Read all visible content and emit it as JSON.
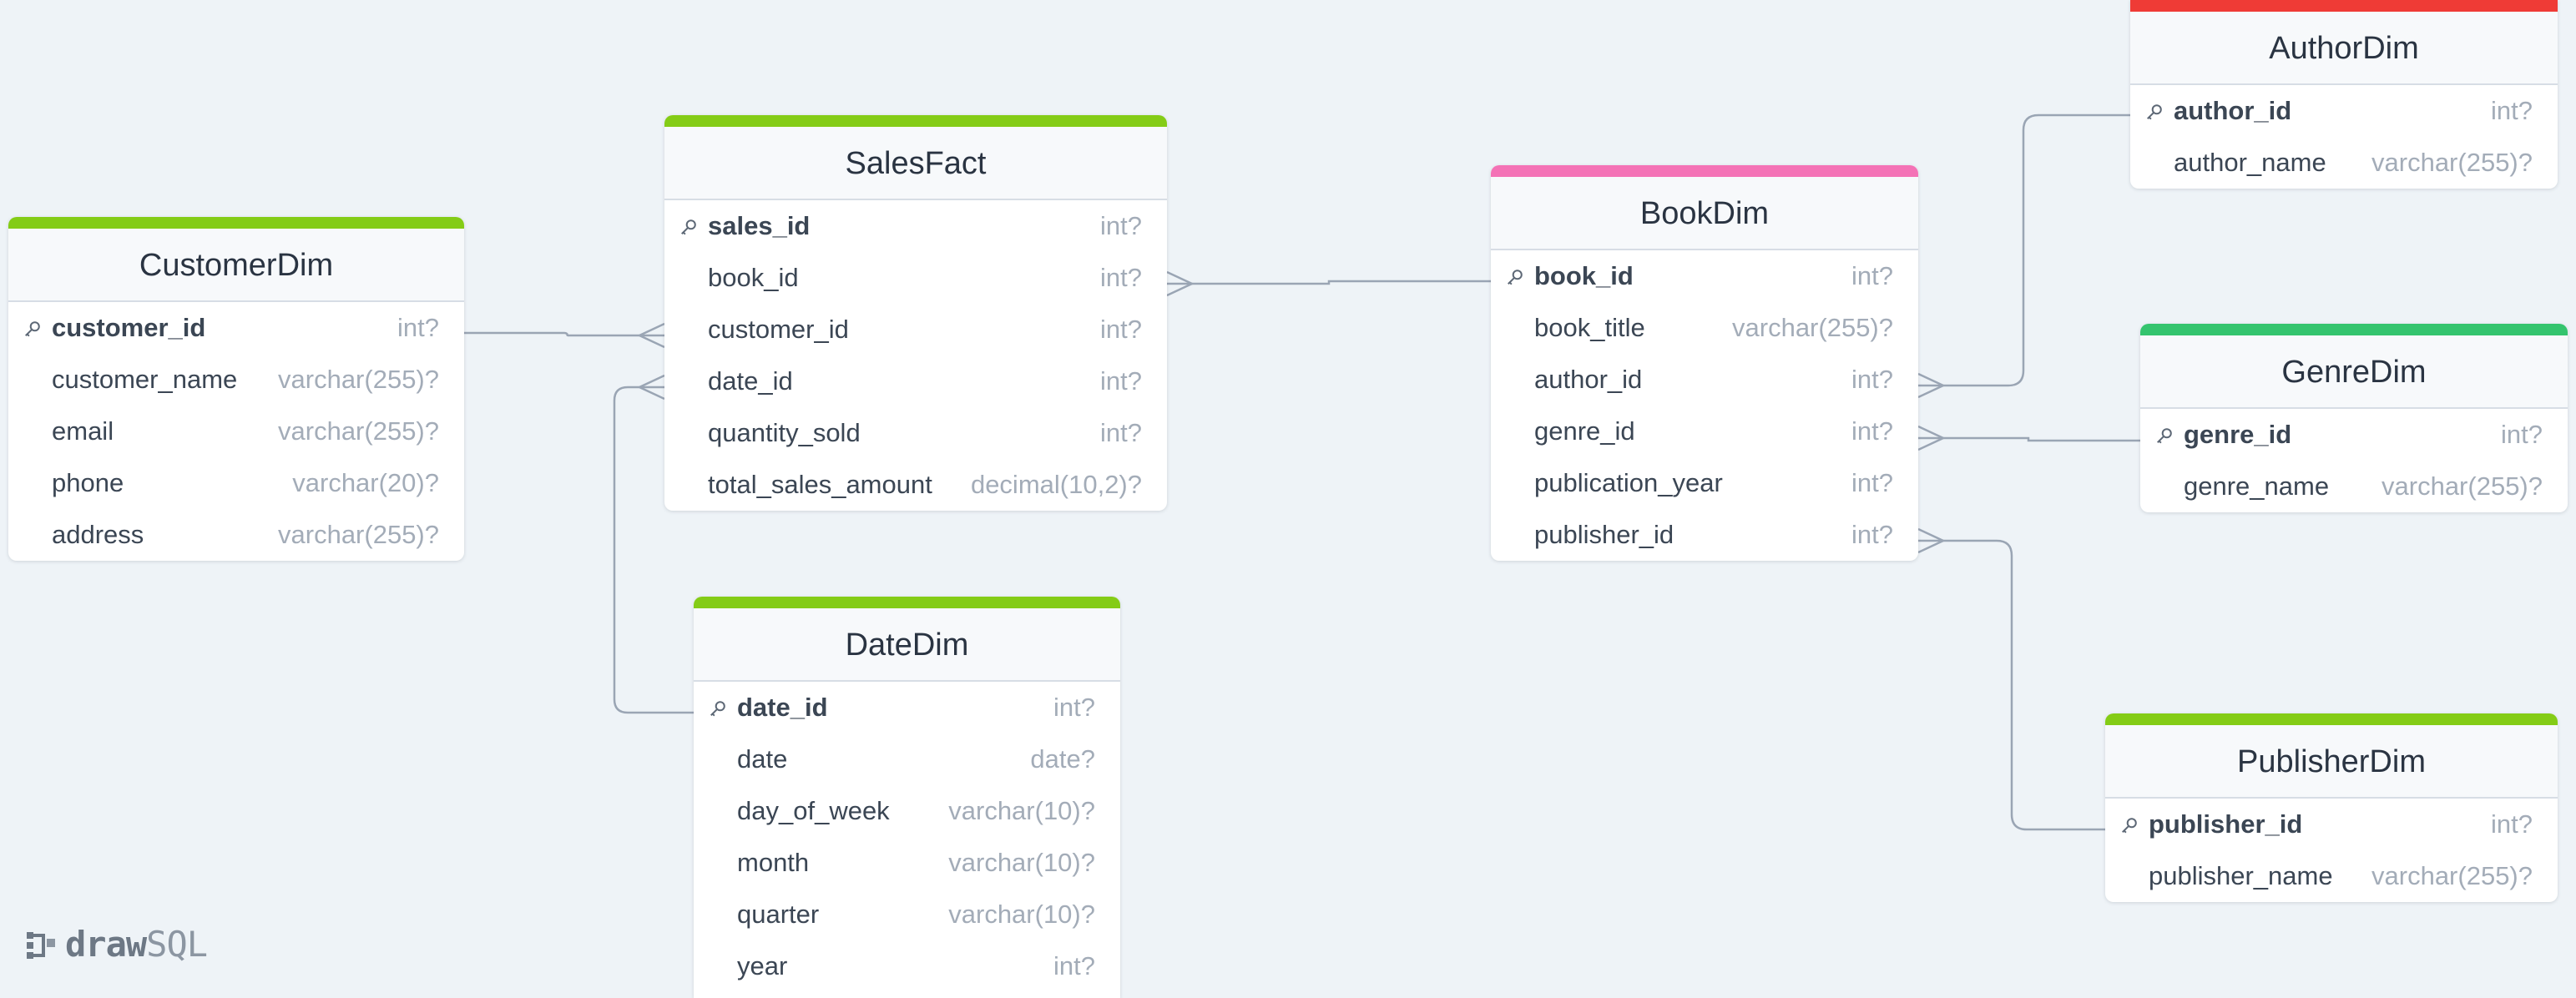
{
  "brand": {
    "name_bold": "draw",
    "name_light": "SQL"
  },
  "tables": {
    "customer": {
      "name": "CustomerDim",
      "color": "#84cc16",
      "columns": [
        {
          "name": "customer_id",
          "type": "int?",
          "pk": true
        },
        {
          "name": "customer_name",
          "type": "varchar(255)?",
          "pk": false
        },
        {
          "name": "email",
          "type": "varchar(255)?",
          "pk": false
        },
        {
          "name": "phone",
          "type": "varchar(20)?",
          "pk": false
        },
        {
          "name": "address",
          "type": "varchar(255)?",
          "pk": false
        }
      ]
    },
    "sales": {
      "name": "SalesFact",
      "color": "#84cc16",
      "columns": [
        {
          "name": "sales_id",
          "type": "int?",
          "pk": true
        },
        {
          "name": "book_id",
          "type": "int?",
          "pk": false
        },
        {
          "name": "customer_id",
          "type": "int?",
          "pk": false
        },
        {
          "name": "date_id",
          "type": "int?",
          "pk": false
        },
        {
          "name": "quantity_sold",
          "type": "int?",
          "pk": false
        },
        {
          "name": "total_sales_amount",
          "type": "decimal(10,2)?",
          "pk": false
        }
      ]
    },
    "date": {
      "name": "DateDim",
      "color": "#84cc16",
      "columns": [
        {
          "name": "date_id",
          "type": "int?",
          "pk": true
        },
        {
          "name": "date",
          "type": "date?",
          "pk": false
        },
        {
          "name": "day_of_week",
          "type": "varchar(10)?",
          "pk": false
        },
        {
          "name": "month",
          "type": "varchar(10)?",
          "pk": false
        },
        {
          "name": "quarter",
          "type": "varchar(10)?",
          "pk": false
        },
        {
          "name": "year",
          "type": "int?",
          "pk": false
        }
      ]
    },
    "book": {
      "name": "BookDim",
      "color": "#f472b6",
      "columns": [
        {
          "name": "book_id",
          "type": "int?",
          "pk": true
        },
        {
          "name": "book_title",
          "type": "varchar(255)?",
          "pk": false
        },
        {
          "name": "author_id",
          "type": "int?",
          "pk": false
        },
        {
          "name": "genre_id",
          "type": "int?",
          "pk": false
        },
        {
          "name": "publication_year",
          "type": "int?",
          "pk": false
        },
        {
          "name": "publisher_id",
          "type": "int?",
          "pk": false
        }
      ]
    },
    "author": {
      "name": "AuthorDim",
      "color": "#ef3b36",
      "columns": [
        {
          "name": "author_id",
          "type": "int?",
          "pk": true
        },
        {
          "name": "author_name",
          "type": "varchar(255)?",
          "pk": false
        }
      ]
    },
    "genre": {
      "name": "GenreDim",
      "color": "#34c46e",
      "columns": [
        {
          "name": "genre_id",
          "type": "int?",
          "pk": true
        },
        {
          "name": "genre_name",
          "type": "varchar(255)?",
          "pk": false
        }
      ]
    },
    "publisher": {
      "name": "PublisherDim",
      "color": "#84cc16",
      "columns": [
        {
          "name": "publisher_id",
          "type": "int?",
          "pk": true
        },
        {
          "name": "publisher_name",
          "type": "varchar(255)?",
          "pk": false
        }
      ]
    }
  },
  "relationships": [
    {
      "from": "customer.customer_id",
      "to": "sales.customer_id",
      "cardinality": "one-to-many"
    },
    {
      "from": "date.date_id",
      "to": "sales.date_id",
      "cardinality": "one-to-many"
    },
    {
      "from": "book.book_id",
      "to": "sales.book_id",
      "cardinality": "one-to-many"
    },
    {
      "from": "author.author_id",
      "to": "book.author_id",
      "cardinality": "one-to-many"
    },
    {
      "from": "genre.genre_id",
      "to": "book.genre_id",
      "cardinality": "one-to-many"
    },
    {
      "from": "publisher.publisher_id",
      "to": "book.publisher_id",
      "cardinality": "one-to-many"
    }
  ],
  "colors": {
    "line": "#9aa5b4",
    "canvas": "#eef3f7"
  }
}
